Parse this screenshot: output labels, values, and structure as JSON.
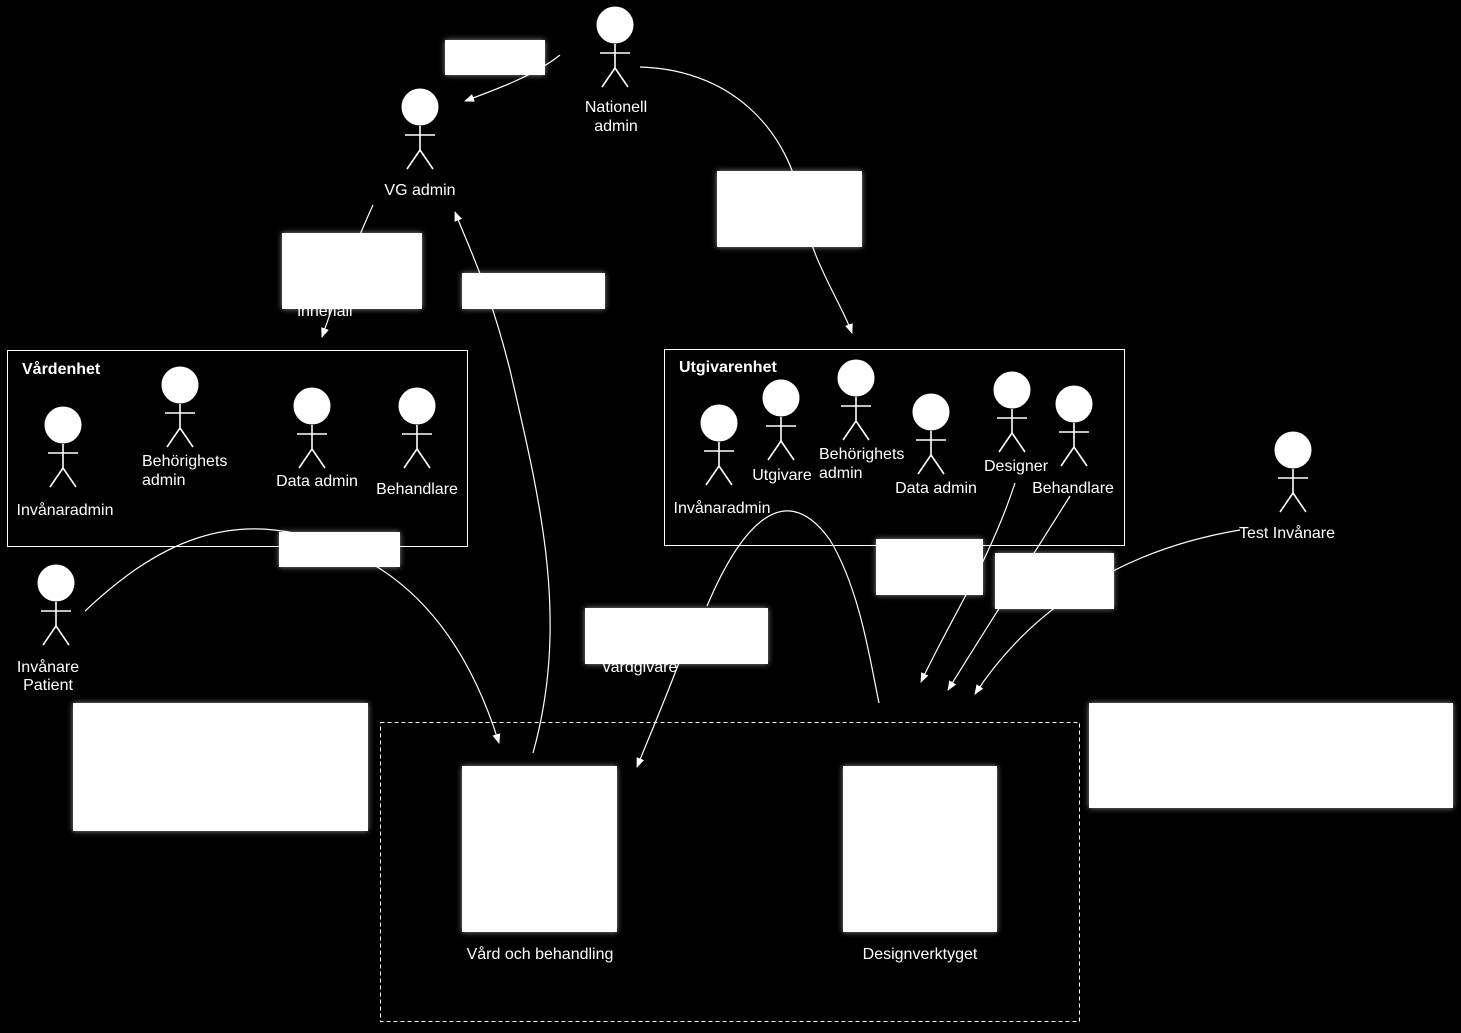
{
  "actors": {
    "nationell_admin": [
      "Nationell",
      "admin"
    ],
    "vg_admin": "VG admin",
    "invanare_patient": [
      "Invånare",
      "Patient"
    ],
    "test_invanare": "Test Invånare"
  },
  "vardenhet": {
    "title": "Vårdenhet",
    "invanaradmin": "Invånaradmin",
    "behorighetsadmin": [
      "Behörighets",
      "admin"
    ],
    "data_admin": "Data admin",
    "behandlare": "Behandlare"
  },
  "utgivarenhet": {
    "title": "Utgivarenhet",
    "invanaradmin": "Invånaradmin",
    "utgivare": "Utgivare",
    "behorighetsadmin": [
      "Behörighets",
      "admin"
    ],
    "data_admin": "Data admin",
    "designer": "Designer",
    "behandlare": "Behandlare"
  },
  "systems": {
    "vard": "Vård och behandling",
    "design": "Designverktyget"
  },
  "partial_labels": {
    "innehall": "innehåll",
    "vardgivare": "vårdgivare"
  }
}
